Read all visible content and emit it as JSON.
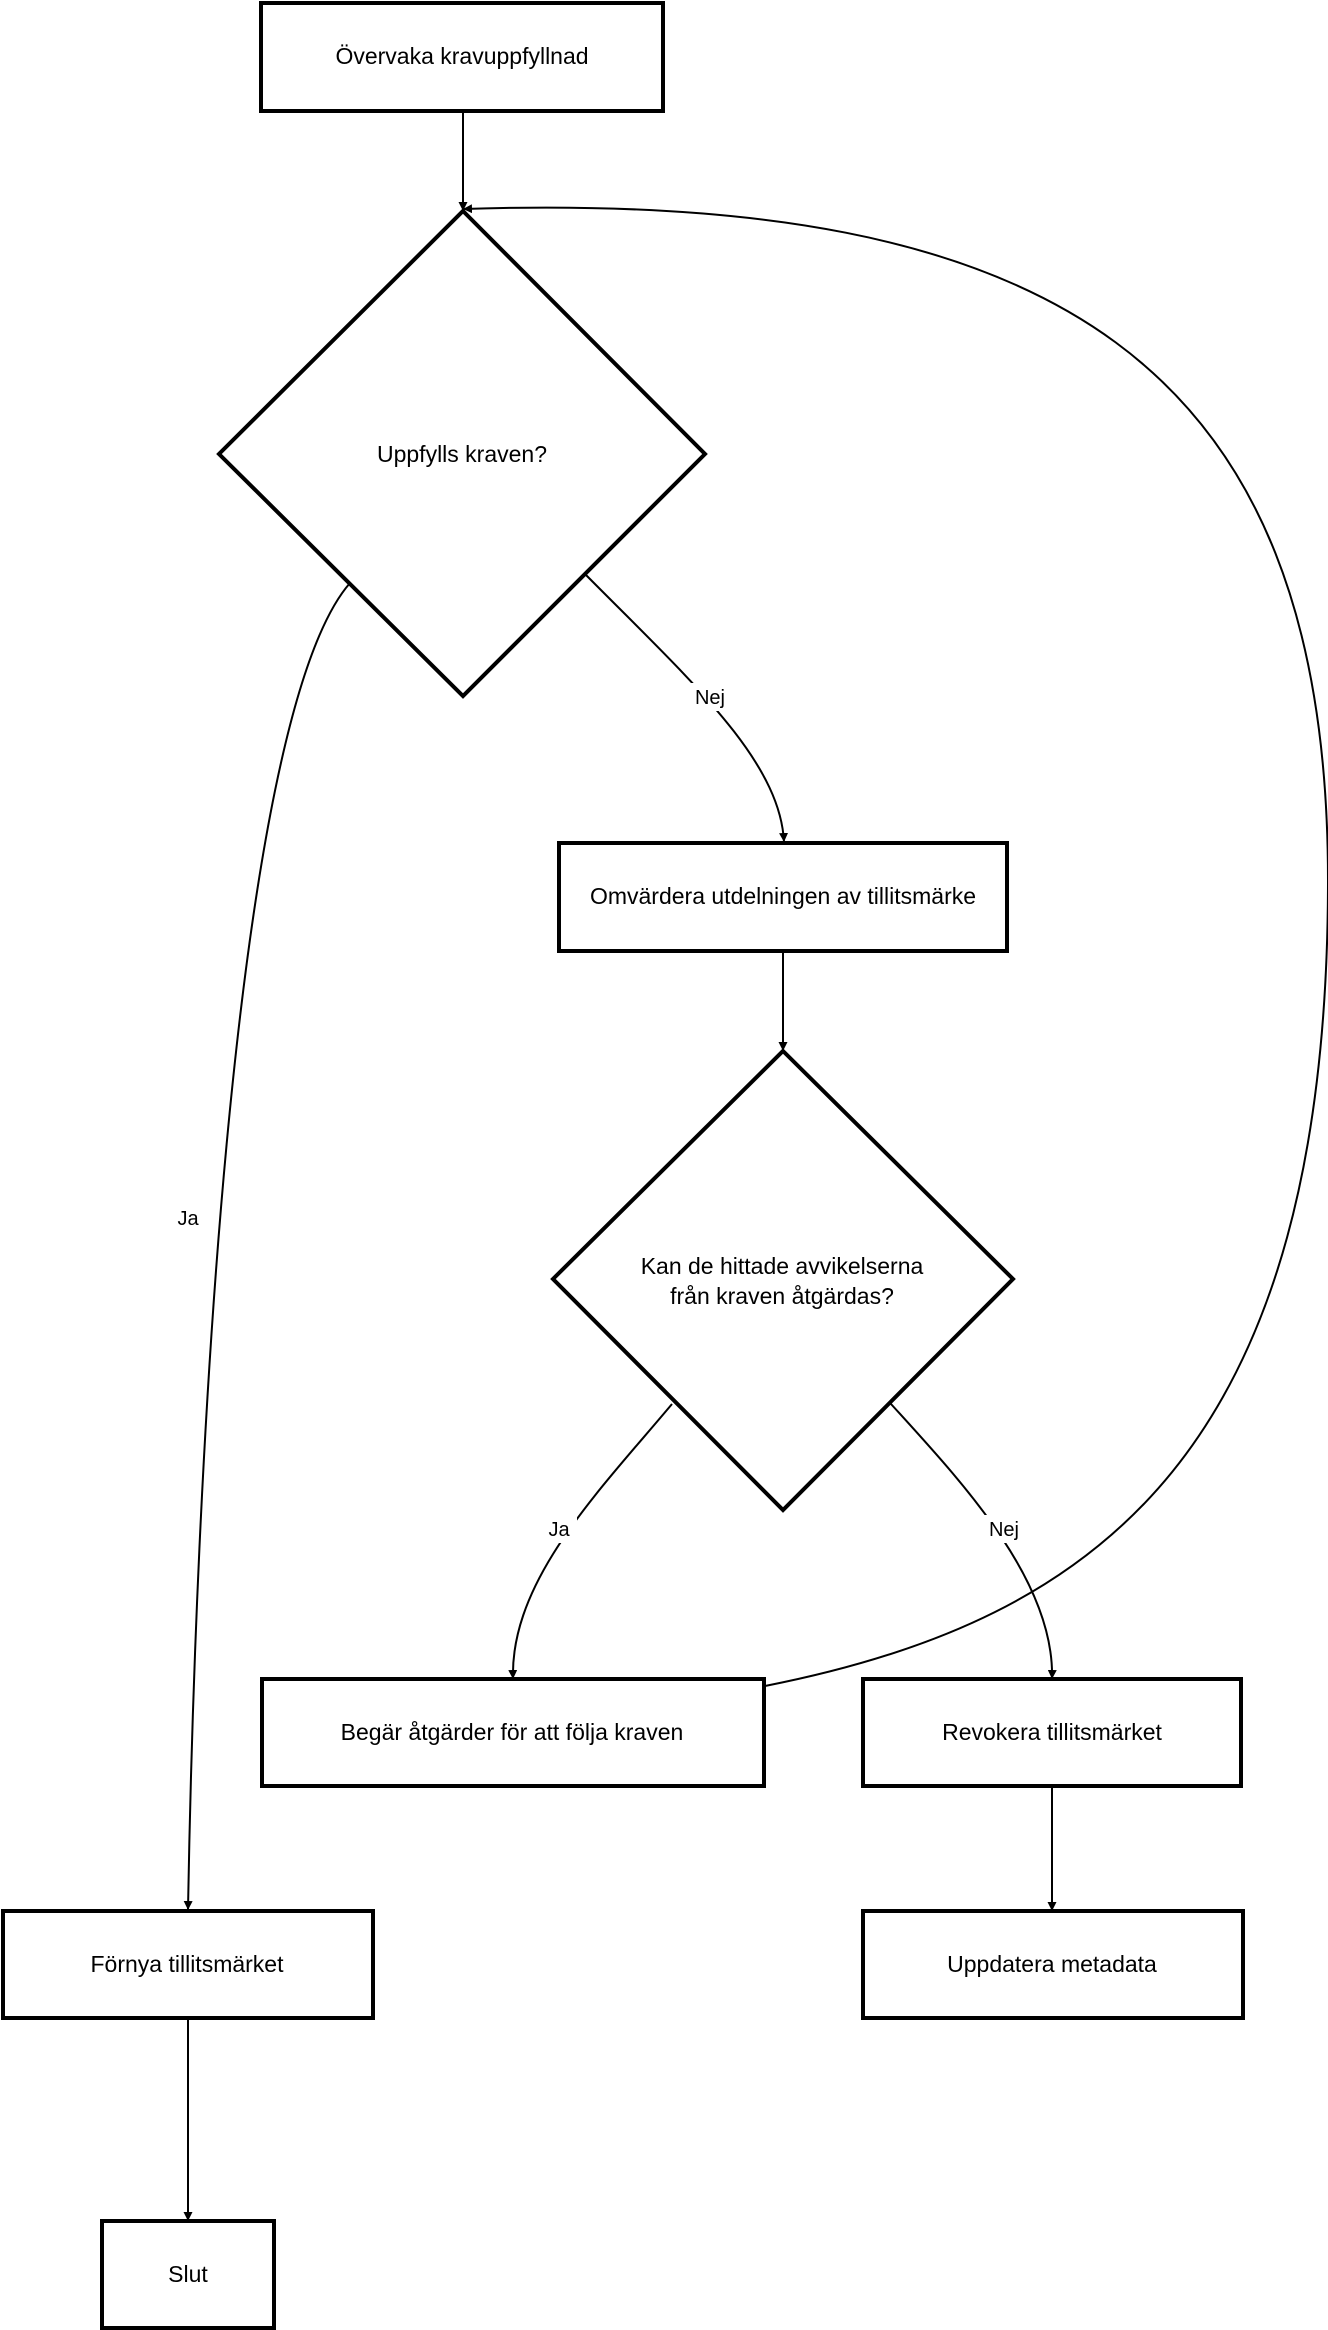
{
  "nodes": {
    "monitor": {
      "label": "Övervaka kravuppfyllnad"
    },
    "requirements_met": {
      "label": "Uppfylls kraven?"
    },
    "reassess": {
      "label": "Omvärdera utdelningen av tillitsmärke"
    },
    "can_fix": {
      "lines": [
        "Kan de hittade avvikelserna",
        "från kraven åtgärdas?"
      ]
    },
    "request_actions": {
      "label": "Begär åtgärder för att följa kraven"
    },
    "revoke": {
      "label": "Revokera tillitsmärket"
    },
    "renew": {
      "label": "Förnya tillitsmärket"
    },
    "update_metadata": {
      "label": "Uppdatera metadata"
    },
    "end": {
      "label": "Slut"
    }
  },
  "edges": {
    "requirements_no": {
      "label": "Nej"
    },
    "requirements_yes": {
      "label": "Ja"
    },
    "fix_yes": {
      "label": "Ja"
    },
    "fix_no": {
      "label": "Nej"
    }
  }
}
